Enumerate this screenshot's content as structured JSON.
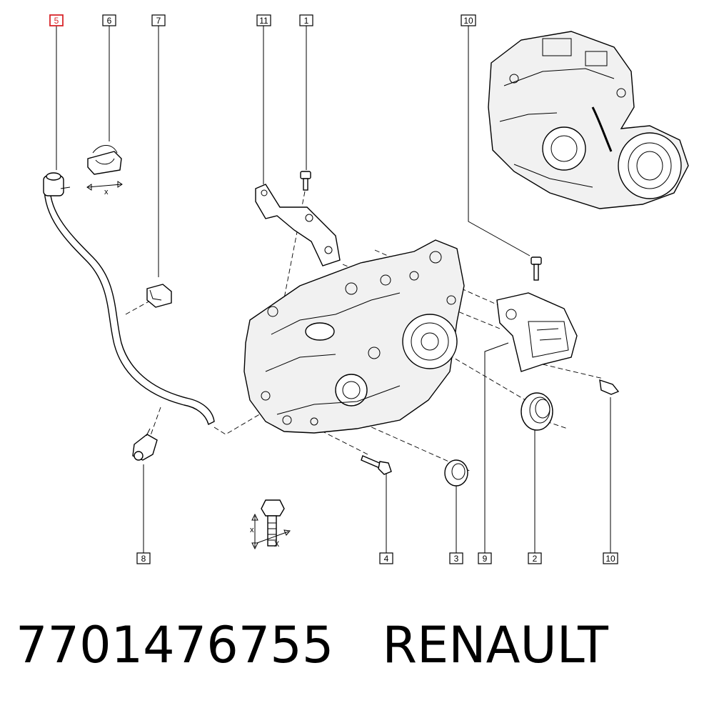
{
  "callouts": [
    {
      "id": "c5a",
      "label": "5",
      "highlighted": true
    },
    {
      "id": "c6",
      "label": "6"
    },
    {
      "id": "c7",
      "label": "7"
    },
    {
      "id": "c11",
      "label": "11"
    },
    {
      "id": "c1",
      "label": "1"
    },
    {
      "id": "c10a",
      "label": "10"
    },
    {
      "id": "c8",
      "label": "8"
    },
    {
      "id": "c4",
      "label": "4"
    },
    {
      "id": "c3",
      "label": "3"
    },
    {
      "id": "c9",
      "label": "9"
    },
    {
      "id": "c2",
      "label": "2"
    },
    {
      "id": "c10b",
      "label": "10"
    }
  ],
  "dimension_labels": {
    "clip_x": "x",
    "bolt_x_vertical": "x",
    "bolt_x_horizontal": "X"
  },
  "footer": {
    "part_number": "7701476755",
    "brand": "RENAULT"
  },
  "colors": {
    "highlight": "#d9262b",
    "line": "#000000"
  }
}
